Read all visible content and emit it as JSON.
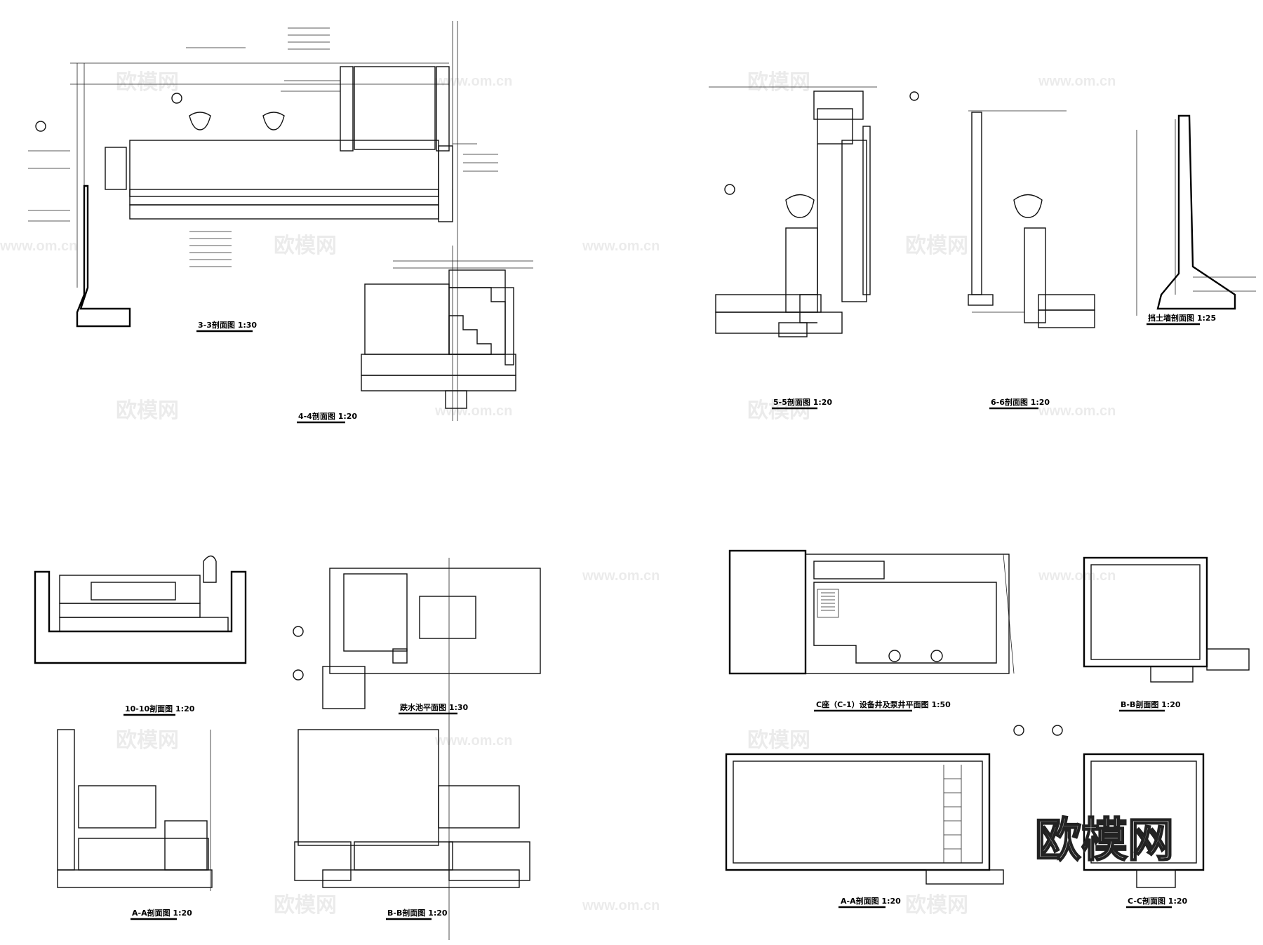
{
  "watermark": {
    "logo_text": "欧模网",
    "url_text": "www.om.cn"
  },
  "drawings": [
    {
      "id": "sec-3-3",
      "title": "3-3剖面图 1:30"
    },
    {
      "id": "sec-4-4",
      "title": "4-4剖面图 1:20"
    },
    {
      "id": "sec-5-5",
      "title": "5-5剖面图 1:20"
    },
    {
      "id": "sec-6-6",
      "title": "6-6剖面图 1:20"
    },
    {
      "id": "sec-retain",
      "title": "挡土墙剖面图 1:25"
    },
    {
      "id": "sec-10-10",
      "title": "10-10剖面图 1:20"
    },
    {
      "id": "plan-pool",
      "title": "跌水池平面图 1:30"
    },
    {
      "id": "sec-aa-1",
      "title": "A-A剖面图 1:20"
    },
    {
      "id": "sec-bb-1",
      "title": "B-B剖面图 1:20"
    },
    {
      "id": "plan-c",
      "title": "C座（C-1）设备井及泵井平面图 1:50"
    },
    {
      "id": "sec-bb-2",
      "title": "B-B剖面图 1:20"
    },
    {
      "id": "sec-aa-2",
      "title": "A-A剖面图 1:20"
    },
    {
      "id": "sec-cc",
      "title": "C-C剖面图 1:20"
    }
  ]
}
